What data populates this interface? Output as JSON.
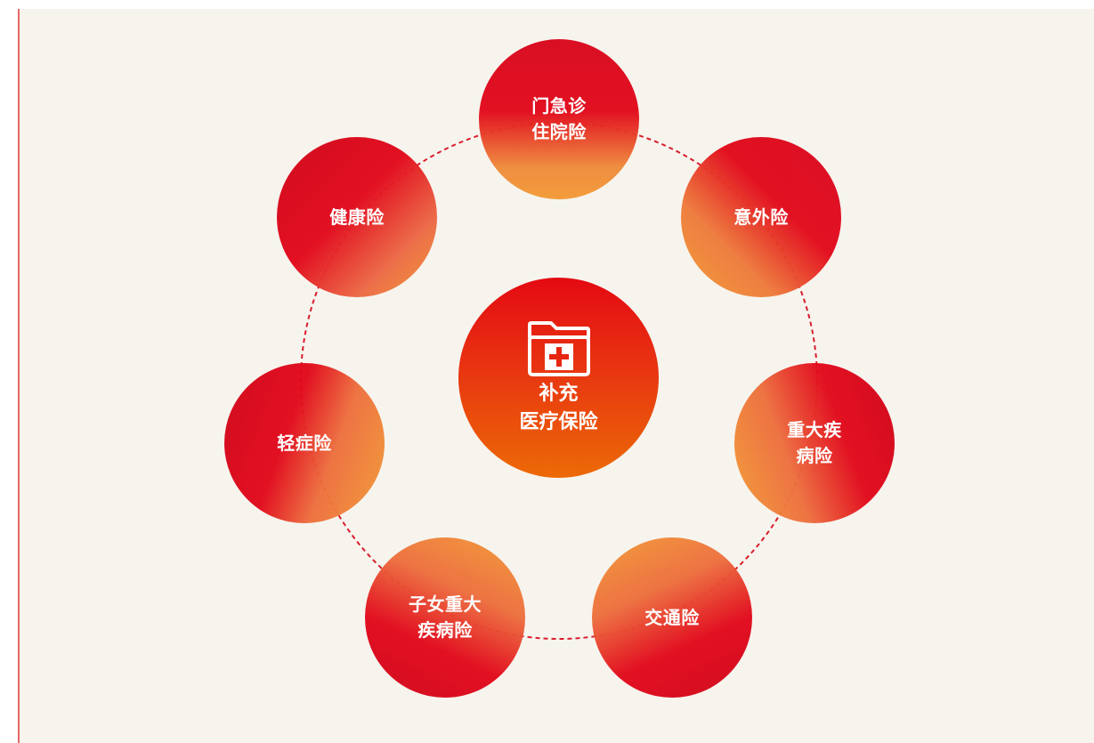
{
  "center": {
    "line1": "补充",
    "line2": "医疗保险",
    "icon": "medical-folder-icon"
  },
  "items": [
    {
      "line1": "门急诊",
      "line2": "住院险"
    },
    {
      "line1": "意外险",
      "line2": ""
    },
    {
      "line1": "重大疾",
      "line2": "病险"
    },
    {
      "line1": "交通险",
      "line2": ""
    },
    {
      "line1": "子女重大",
      "line2": "疾病险"
    },
    {
      "line1": "轻症险",
      "line2": ""
    },
    {
      "line1": "健康险",
      "line2": ""
    }
  ],
  "colors": {
    "red": "#e2081a",
    "orange": "#f29a34",
    "ring": "#d81e2a",
    "background": "#f7f4ee",
    "frame_border": "#e46a6a"
  }
}
